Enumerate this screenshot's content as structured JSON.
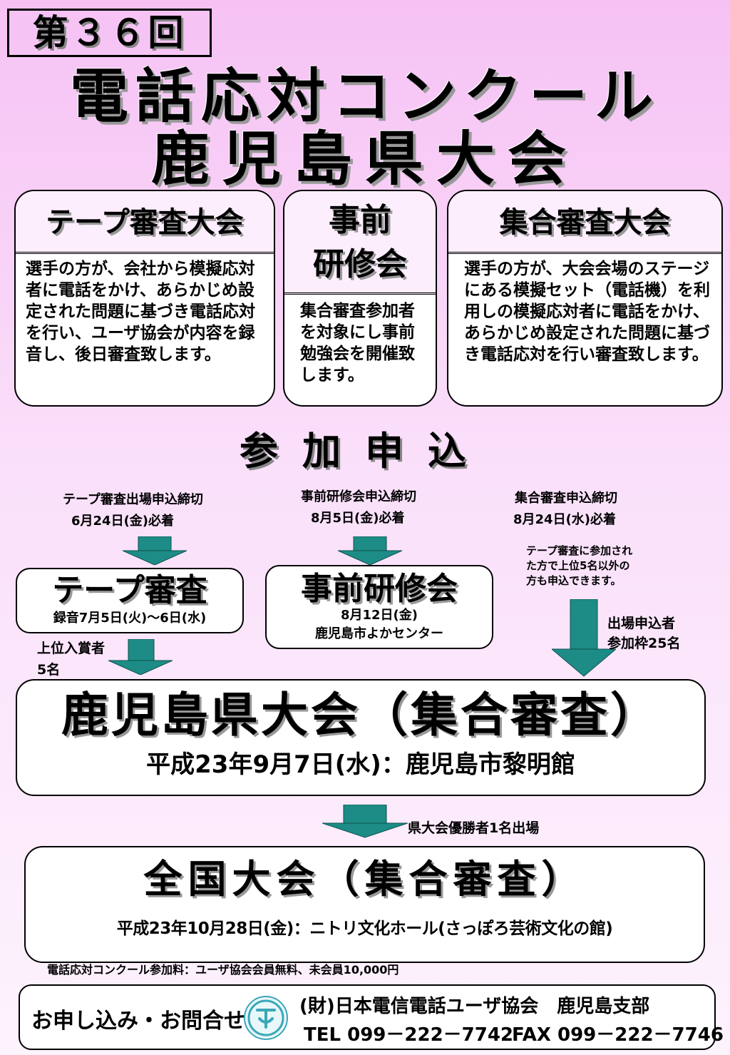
{
  "header": {
    "edition": "第３６回",
    "title_line1": "電話応対コンクール",
    "title_line2": "鹿児島県大会"
  },
  "boxes": {
    "tape": {
      "title": "テープ審査大会",
      "body": "選手の方が、会社から模擬応対者に電話をかけ、あらかじめ設定された問題に基づき電話応対を行い、ユーザ協会が内容を録音し、後日審査致します。"
    },
    "pre": {
      "title_line1": "事前",
      "title_line2": "研修会",
      "body": "集合審査参加者を対象にし事前勉強会を開催致します。"
    },
    "group": {
      "title": "集合審査大会",
      "body": "選手の方が、大会会場のステージにある模擬セット（電話機）を利用しの模擬応対者に電話をかけ、あらかじめ設定された問題に基づき電話応対を行い審査致します。"
    }
  },
  "apply": {
    "heading": "参加申込",
    "tape_deadline_line1": "テープ審査出場申込締切",
    "tape_deadline_line2": "6月24日(金)必着",
    "pre_deadline_line1": "事前研修会申込締切",
    "pre_deadline_line2": "8月5日(金)必着",
    "group_deadline_line1": "集合審査申込締切",
    "group_deadline_line2": "8月24日(水)必着",
    "group_note_line1": "テープ審査に参加され",
    "group_note_line2": "た方で上位5名以外の",
    "group_note_line3": "方も申込できます。",
    "entrants_line1": "出場申込者",
    "entrants_line2": "参加枠25名"
  },
  "tape_review": {
    "title": "テープ審査",
    "sub": "録音7月5日(火)～6日(水)",
    "winners_line1": "上位入賞者",
    "winners_line2": "5名"
  },
  "pre_training": {
    "title": "事前研修会",
    "sub_line1": "8月12日(金)",
    "sub_line2": "鹿児島市よかセンター"
  },
  "prefecture": {
    "title": "鹿児島県大会（集合審査）",
    "sub": "平成23年9月7日(水)：鹿児島市黎明館",
    "winner_note": "県大会優勝者1名出場"
  },
  "national": {
    "title": "全国大会（集合審査）",
    "sub": "平成23年10月28日(金)：ニトリ文化ホール(さっぽろ芸術文化の館)"
  },
  "fee": "電話応対コンクール参加料：ユーザ協会会員無料、未会員10,000円",
  "contact": {
    "label": "お申し込み・お問合せ",
    "org": "(財)日本電信電話ユーザ協会　鹿児島支部",
    "tel": "TEL 099－222－7742",
    "fax": "FAX 099－222－7746"
  },
  "colors": {
    "arrow": "#1d8c86",
    "background_top": "#f6c2f4",
    "background_bottom": "#fdf3fd"
  }
}
